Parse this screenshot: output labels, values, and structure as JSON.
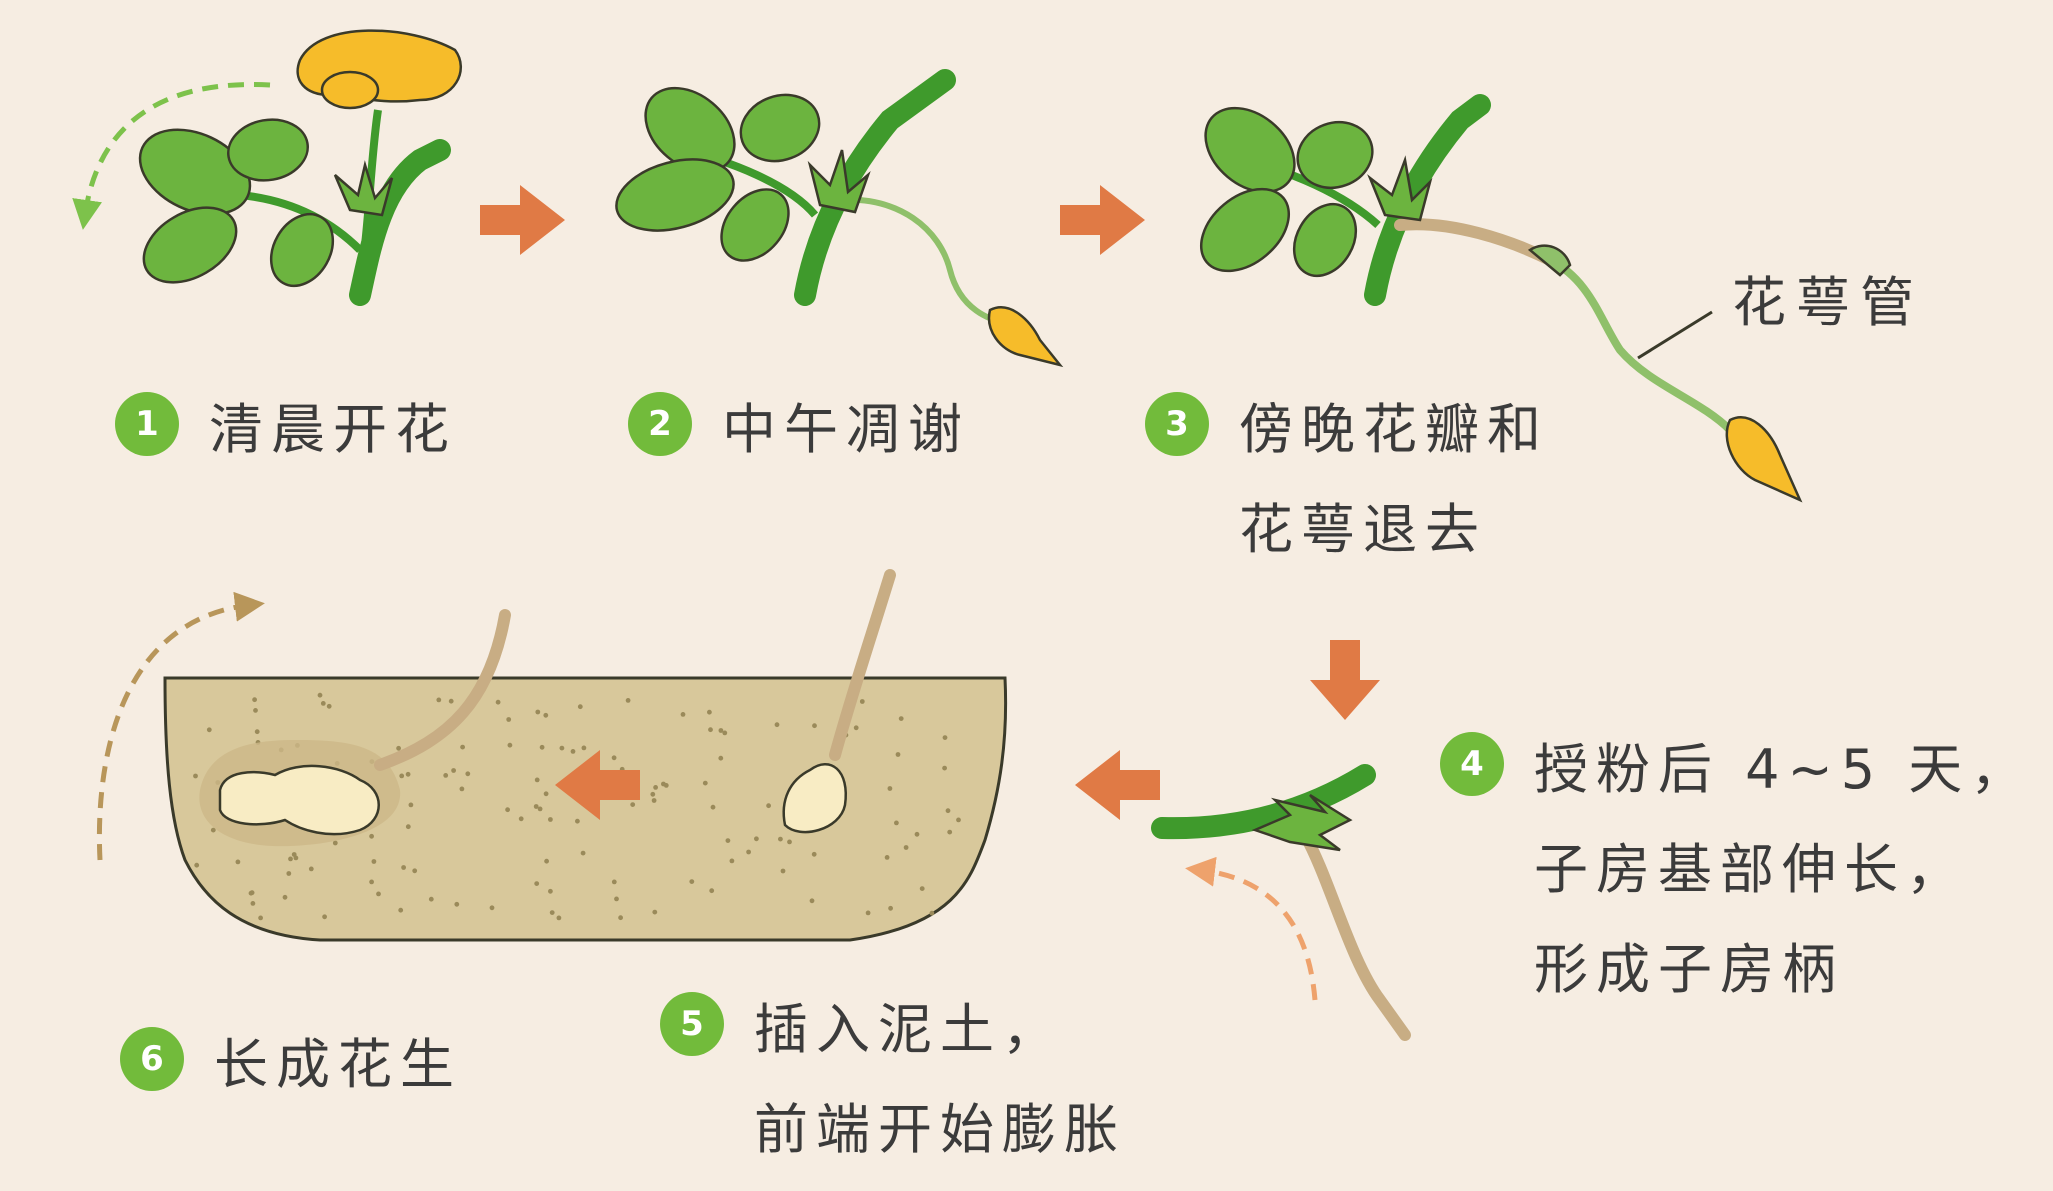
{
  "steps": [
    {
      "number": "1",
      "lines": [
        "清晨开花"
      ]
    },
    {
      "number": "2",
      "lines": [
        "中午凋谢"
      ]
    },
    {
      "number": "3",
      "lines": [
        "傍晚花瓣和",
        "花萼退去"
      ]
    },
    {
      "number": "4",
      "lines": [
        "授粉后 4~5 天，",
        "子房基部伸长，",
        "形成子房柄"
      ]
    },
    {
      "number": "5",
      "lines": [
        "插入泥土，",
        "前端开始膨胀"
      ]
    },
    {
      "number": "6",
      "lines": [
        "长成花生"
      ]
    }
  ],
  "callout": {
    "calyx_tube": "花萼管"
  },
  "colors": {
    "background": "#f6ede2",
    "badge": "#72bb3b",
    "arrow": "#e07a45",
    "leaf": "#6cb43f",
    "stem": "#3f9a2c",
    "flower": "#f6bc2a",
    "soil": "#d8c89b",
    "peg": "#c8ad84",
    "green_dashed_arrow": "#7dc24b",
    "tan_dashed_arrow": "#b8965a",
    "orange_dashed_arrow": "#eea26c"
  },
  "icons": [
    "right-arrow-icon",
    "down-arrow-icon",
    "left-arrow-icon",
    "curved-dashed-arrow-icon",
    "peanut-icon"
  ]
}
